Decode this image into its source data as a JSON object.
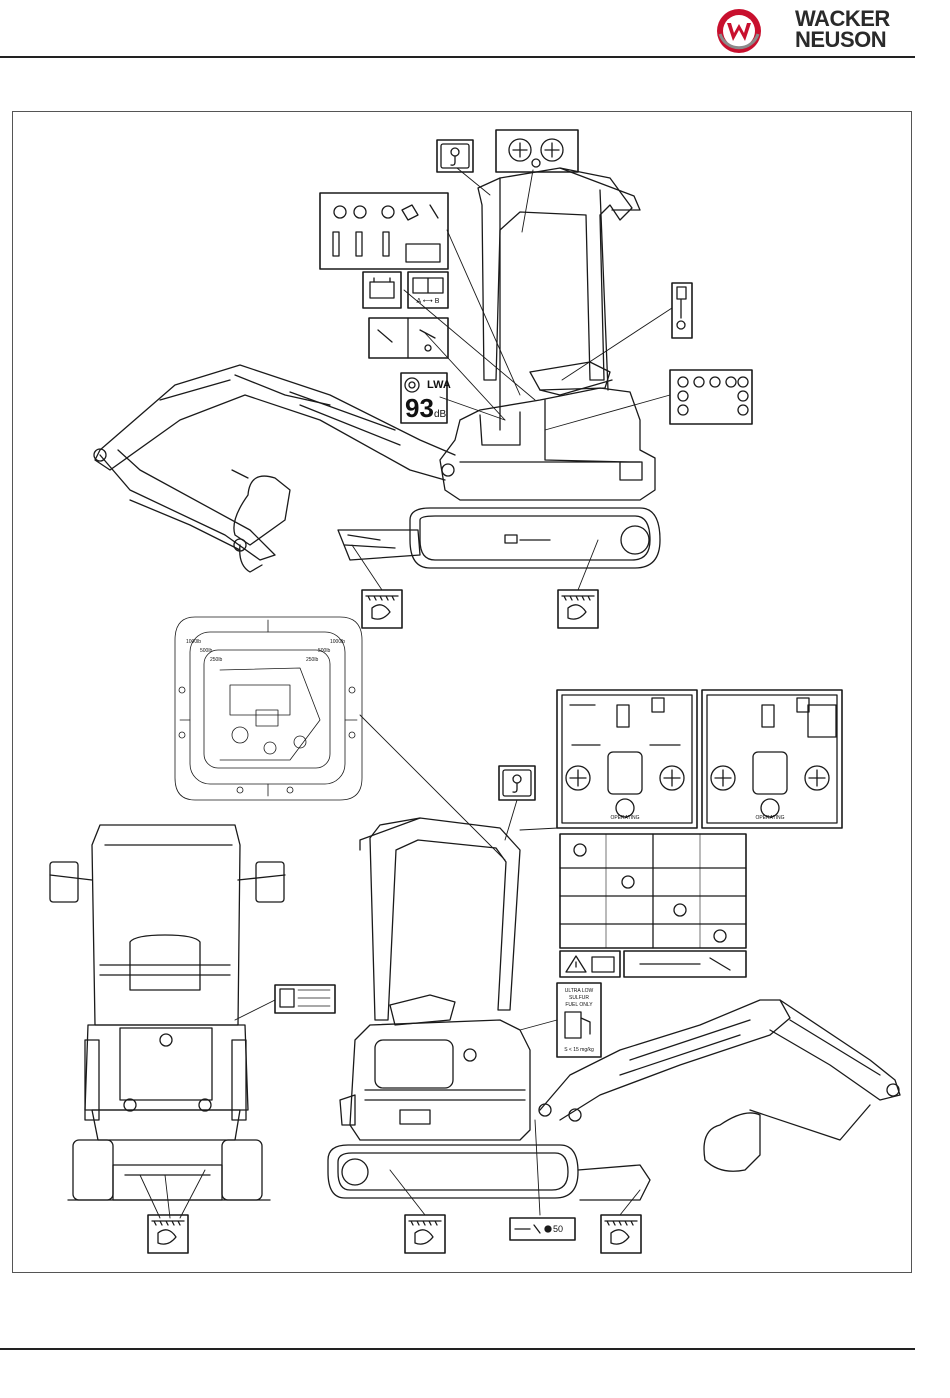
{
  "brand": {
    "line1": "WACKER",
    "line2": "NEUSON",
    "color": "#c8102e"
  },
  "labels": {
    "sound_power": {
      "value": "93",
      "unit": "dB",
      "symbol": "LWA"
    },
    "mode_switch": "A ⟷ B",
    "fuel": {
      "line1": "ULTRA LOW",
      "line2": "SULFUR",
      "line3": "FUEL ONLY",
      "spec": "S < 15 mg/kg"
    },
    "grease": "50",
    "operating": "OPERATING",
    "load_ring_left": [
      "1000lb",
      "500lb",
      "250lb"
    ],
    "load_ring_right": [
      "1000lb",
      "500lb",
      "250lb"
    ]
  },
  "colors": {
    "line": "#1a1a1a",
    "label_fill": "#ffffff",
    "frame": "#555555"
  }
}
